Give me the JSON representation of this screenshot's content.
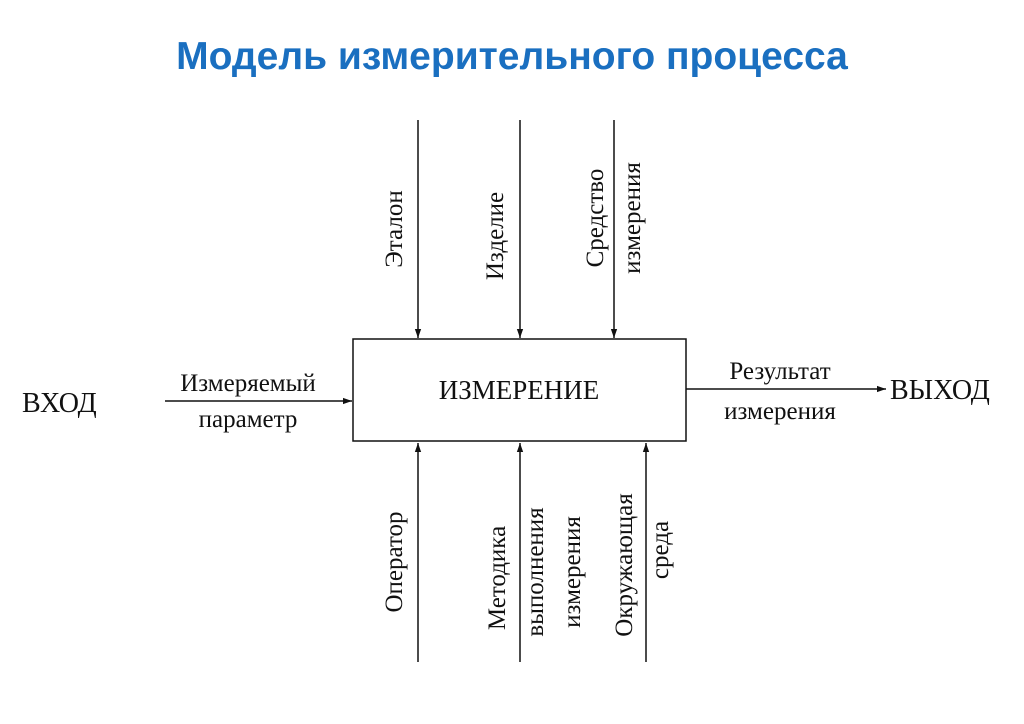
{
  "title": "Модель измерительного процесса",
  "process": "ИЗМЕРЕНИЕ",
  "input": {
    "side_label": "ВХОД",
    "line1": "Измеряемый",
    "line2": "параметр"
  },
  "output": {
    "side_label": "ВЫХОД",
    "line1": "Результат",
    "line2": "измерения"
  },
  "top_inputs": [
    {
      "lines": [
        "Эталон"
      ]
    },
    {
      "lines": [
        "Изделие"
      ]
    },
    {
      "lines": [
        "Средство",
        "измерения"
      ]
    }
  ],
  "bottom_inputs": [
    {
      "lines": [
        "Оператор"
      ]
    },
    {
      "lines": [
        "Методика",
        "выполнения",
        "измерения"
      ]
    },
    {
      "lines": [
        "Окружающая",
        "среда"
      ]
    }
  ]
}
